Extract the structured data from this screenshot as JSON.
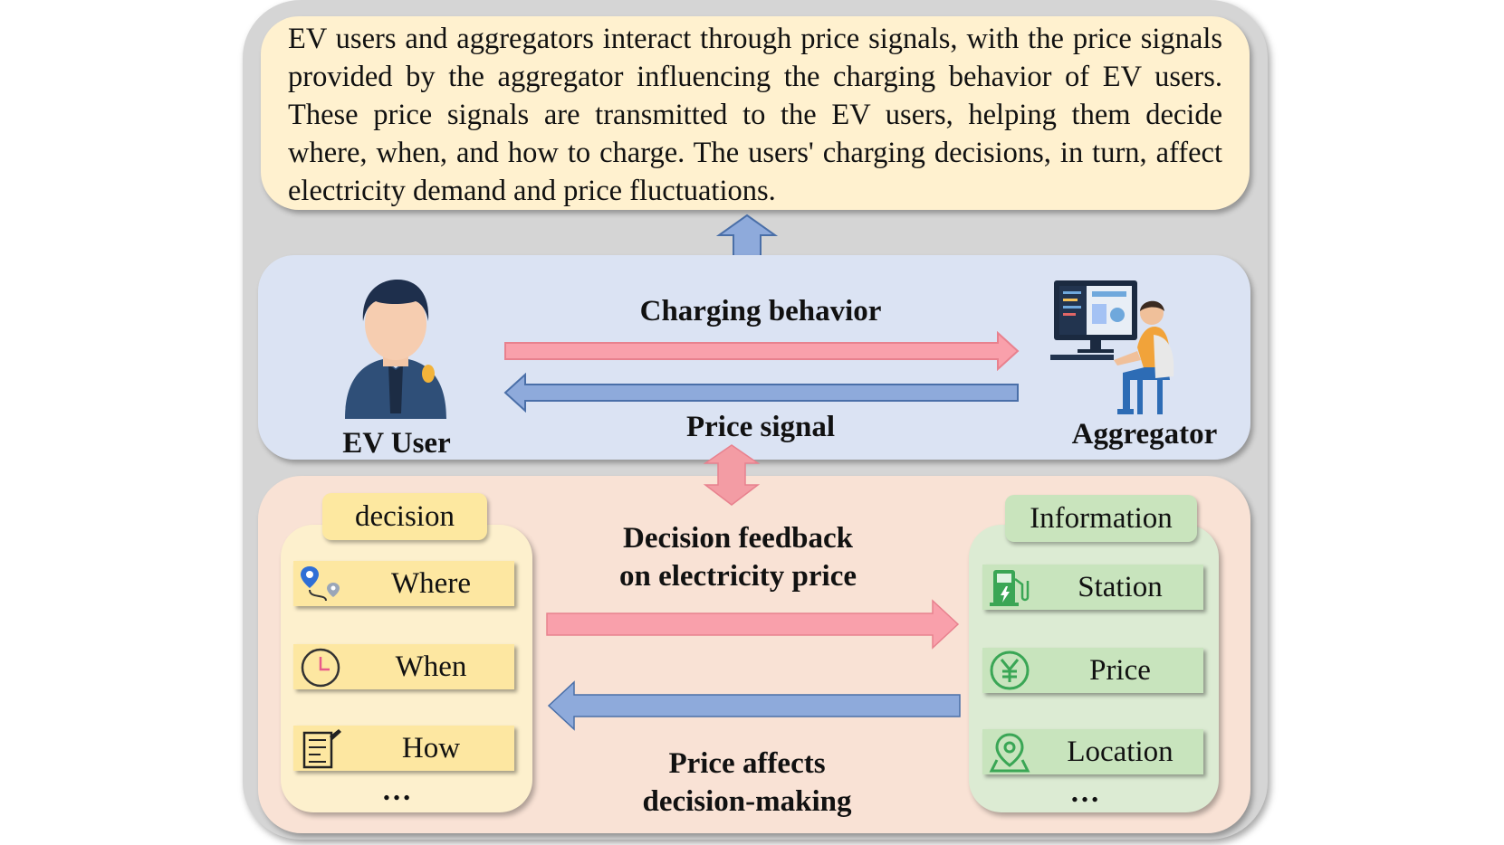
{
  "description": "EV users and aggregators interact through price signals, with the price signals provided by the aggregator influencing the charging behavior of EV users. These price signals are transmitted to the EV users, helping them decide where, when, and how to charge. The users' charging decisions, in turn, affect electricity demand and price fluctuations.",
  "interaction": {
    "ev_user_label": "EV User",
    "aggregator_label": "Aggregator",
    "charging_behavior_label": "Charging behavior",
    "price_signal_label": "Price signal"
  },
  "decision": {
    "title": "decision",
    "items": [
      {
        "label": "Where",
        "icon": "route-pin-icon"
      },
      {
        "label": "When",
        "icon": "clock-icon"
      },
      {
        "label": "How",
        "icon": "notepad-icon"
      }
    ],
    "more": "…"
  },
  "information": {
    "title": "Information",
    "items": [
      {
        "label": "Station",
        "icon": "charging-station-icon"
      },
      {
        "label": "Price",
        "icon": "yen-coin-icon"
      },
      {
        "label": "Location",
        "icon": "location-pin-icon"
      }
    ],
    "more": "…"
  },
  "feedback": {
    "top_line1": "Decision feedback",
    "top_line2": "on electricity price",
    "bottom_line1": "Price affects",
    "bottom_line2": "decision-making"
  },
  "colors": {
    "pink_arrow": "#f9a0ab",
    "blue_arrow": "#8eaadb",
    "blue_double_arrow": "#8eaadb",
    "pink_double_arrow": "#f39ca4"
  }
}
